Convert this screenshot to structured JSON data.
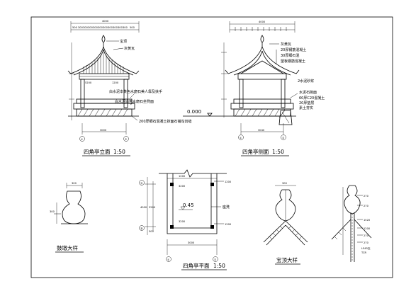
{
  "drawings": {
    "front_elevation": {
      "caption": "四角亭立面",
      "scale": "1:50",
      "top_dim": "4000",
      "top_subdims": [
        "500",
        "300",
        "300",
        "300",
        "300",
        "300",
        "300",
        "300",
        "300",
        "300",
        "300",
        "500"
      ],
      "mid_dims": [
        "5200",
        "1200"
      ],
      "bottom_dim": "3000",
      "notes": [
        "宝顶",
        "灰黄瓦",
        "白水泥本黄色水磨石美人靠及扶手",
        "白水泥白色水磨石坐凳面",
        "200厚细石混凝土抹面石铺勾凹缝"
      ],
      "axis": [
        "①",
        "②"
      ]
    },
    "side_elevation": {
      "caption": "四角亭侧面",
      "scale": "1:50",
      "top_dim": "4000",
      "elevation_mark": "0.000",
      "bottom_dim": "3040",
      "notes": [
        "灰黄瓦",
        "20厚钢筋混凝土",
        "30厚细石混",
        "2水泥砂浆",
        "望板钢筋混凝土",
        "水泥石砌面",
        "60厚C20混凝土",
        "20厚垫层",
        "素土夯实"
      ],
      "axis": [
        "①",
        "②"
      ]
    },
    "drum_detail": {
      "caption": "鼓墩大样",
      "dims": [
        "300",
        "300"
      ]
    },
    "plan": {
      "caption": "四角亭平面",
      "scale": "1:50",
      "elevation": "0.45",
      "label": "座凳",
      "dims_top": [
        "1200"
      ],
      "dims_side": [
        "4000",
        "3200",
        "500"
      ],
      "dims_bottom": [
        "3000"
      ],
      "col_dims": [
        "1200",
        "3200",
        "3200",
        "1200"
      ],
      "axis_left": [
        "Ⓐ",
        "Ⓑ"
      ],
      "axis_bottom": [
        "①",
        "②"
      ]
    },
    "finial_detail": {
      "caption": "宝顶大样",
      "dims": [
        "300"
      ]
    },
    "section_detail": {
      "dims": [
        "270",
        "270",
        "1520",
        "1200",
        "270",
        "270"
      ],
      "notes": [
        "LS45瓦",
        "TCR"
      ]
    }
  }
}
